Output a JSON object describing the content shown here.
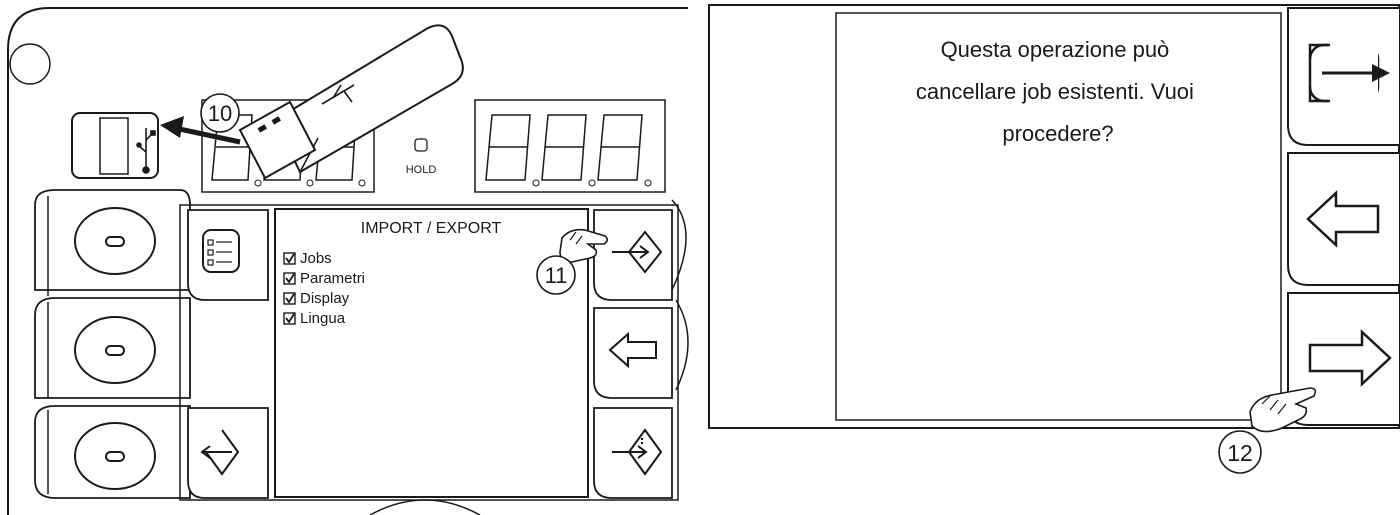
{
  "left_panel": {
    "callout_usb": "10",
    "callout_import": "11",
    "hold_label": "HOLD",
    "screen": {
      "title": "IMPORT / EXPORT",
      "options": [
        {
          "label": "Jobs",
          "checked": true
        },
        {
          "label": "Parametri",
          "checked": true
        },
        {
          "label": "Display",
          "checked": true
        },
        {
          "label": "Lingua",
          "checked": true
        }
      ]
    }
  },
  "right_panel": {
    "callout_confirm": "12",
    "message_lines": [
      "Questa operazione può",
      "cancellare job esistenti. Vuoi",
      "procedere?"
    ]
  },
  "icons": {
    "usb_port": "usb-port-icon",
    "usb_stick": "usb-stick-icon",
    "menu_list": "menu-list-icon",
    "import": "import-icon",
    "back": "arrow-left-icon",
    "export": "export-icon",
    "exit": "exit-icon",
    "next": "arrow-right-icon",
    "hand": "hand-pointer-icon"
  }
}
